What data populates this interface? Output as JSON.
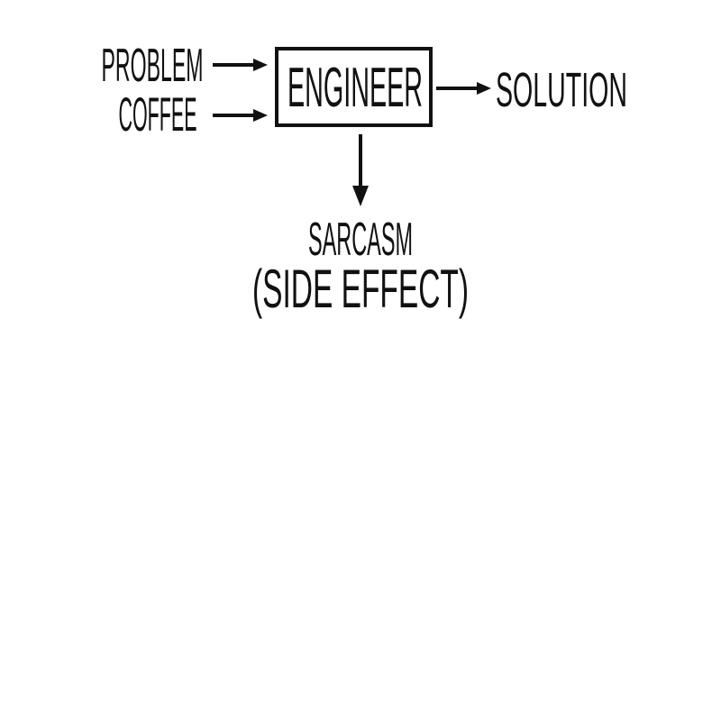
{
  "colors": {
    "background": "#ffffff",
    "ink": "#111111"
  },
  "flowchart": {
    "inputs": [
      {
        "label": "PROBLEM"
      },
      {
        "label": "COFFEE"
      }
    ],
    "processor": {
      "label": "ENGINEER"
    },
    "output": {
      "label": "SOLUTION"
    },
    "side_effect": {
      "label": "SARCASM",
      "qualifier": "(SIDE EFFECT)"
    }
  }
}
